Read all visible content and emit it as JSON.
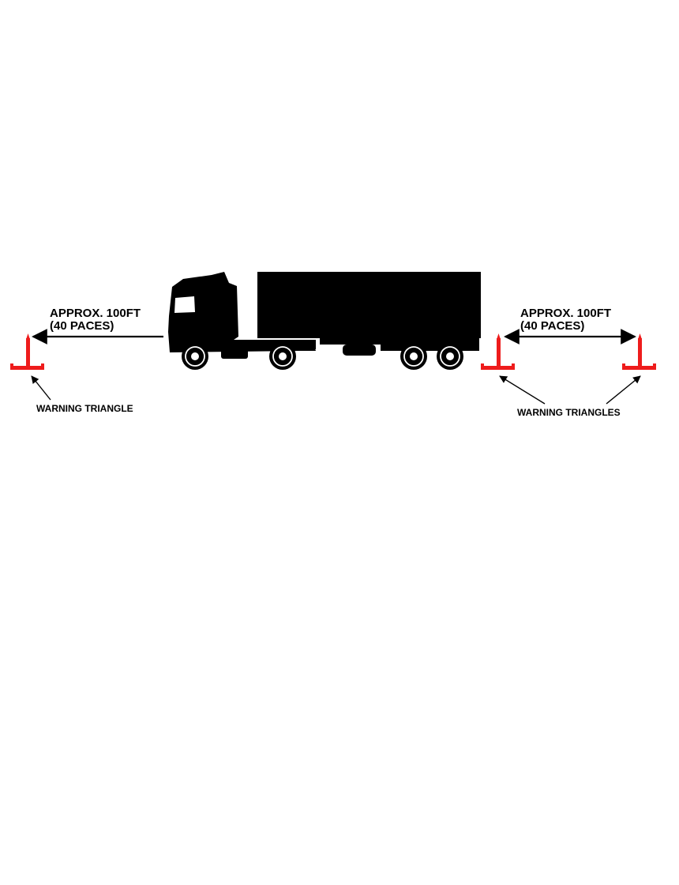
{
  "distance_left": {
    "line1": "APPROX. 100FT",
    "line2": "(40 PACES)"
  },
  "distance_right": {
    "line1": "APPROX. 100FT",
    "line2": "(40 PACES)"
  },
  "labels": {
    "left": "WARNING TRIANGLE",
    "right": "WARNING TRIANGLES"
  },
  "colors": {
    "truck": "#000000",
    "triangle": "#ee1c1c",
    "background": "#ffffff"
  },
  "icons": {
    "vehicle": "truck-silhouette-icon",
    "marker": "warning-triangle-icon"
  }
}
